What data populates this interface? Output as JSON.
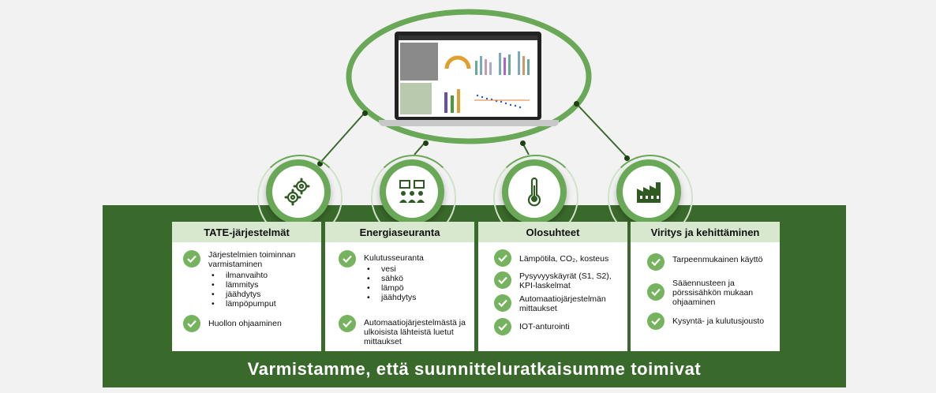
{
  "footer_title": "Varmistamme, että suunnitteluratkaisumme toimivat",
  "colors": {
    "band": "#3a6a2b",
    "accent": "#69a856",
    "check": "#76b35e",
    "header_bg": "#d8e8cf"
  },
  "icons": [
    "gears-icon",
    "people-screens-icon",
    "thermometer-icon",
    "factory-icon"
  ],
  "cards": [
    {
      "title": "TATE-järjestelmät",
      "items": [
        {
          "text": "Järjestelmien toiminnan varmistaminen",
          "sub": [
            "ilmanvaihto",
            "lämmitys",
            "jäähdytys",
            "lämpöpumput"
          ]
        },
        {
          "text": "Huollon ohjaaminen"
        }
      ]
    },
    {
      "title": "Energiaseuranta",
      "items": [
        {
          "text": "Kulutusseuranta",
          "sub": [
            "vesi",
            "sähkö",
            "lämpö",
            "jäähdytys"
          ]
        },
        {
          "text": "Automaatiojärjestelmästä ja ulkoisista lähteistä luetut mittaukset"
        }
      ]
    },
    {
      "title": "Olosuhteet",
      "items": [
        {
          "text": "Lämpötila, CO₂, kosteus"
        },
        {
          "text": "Pysyvyyskäyrät (S1, S2), KPI-laskelmat"
        },
        {
          "text": "Automaatiojärjestelmän mittaukset"
        },
        {
          "text": "IOT-anturointi"
        }
      ]
    },
    {
      "title": "Viritys ja kehittäminen",
      "items": [
        {
          "text": "Tarpeenmukainen käyttö"
        },
        {
          "text": "Sääennusteen ja pörssisähkön mukaan ohjaaminen"
        },
        {
          "text": "Kysyntä- ja kulutusjousto"
        }
      ]
    }
  ]
}
